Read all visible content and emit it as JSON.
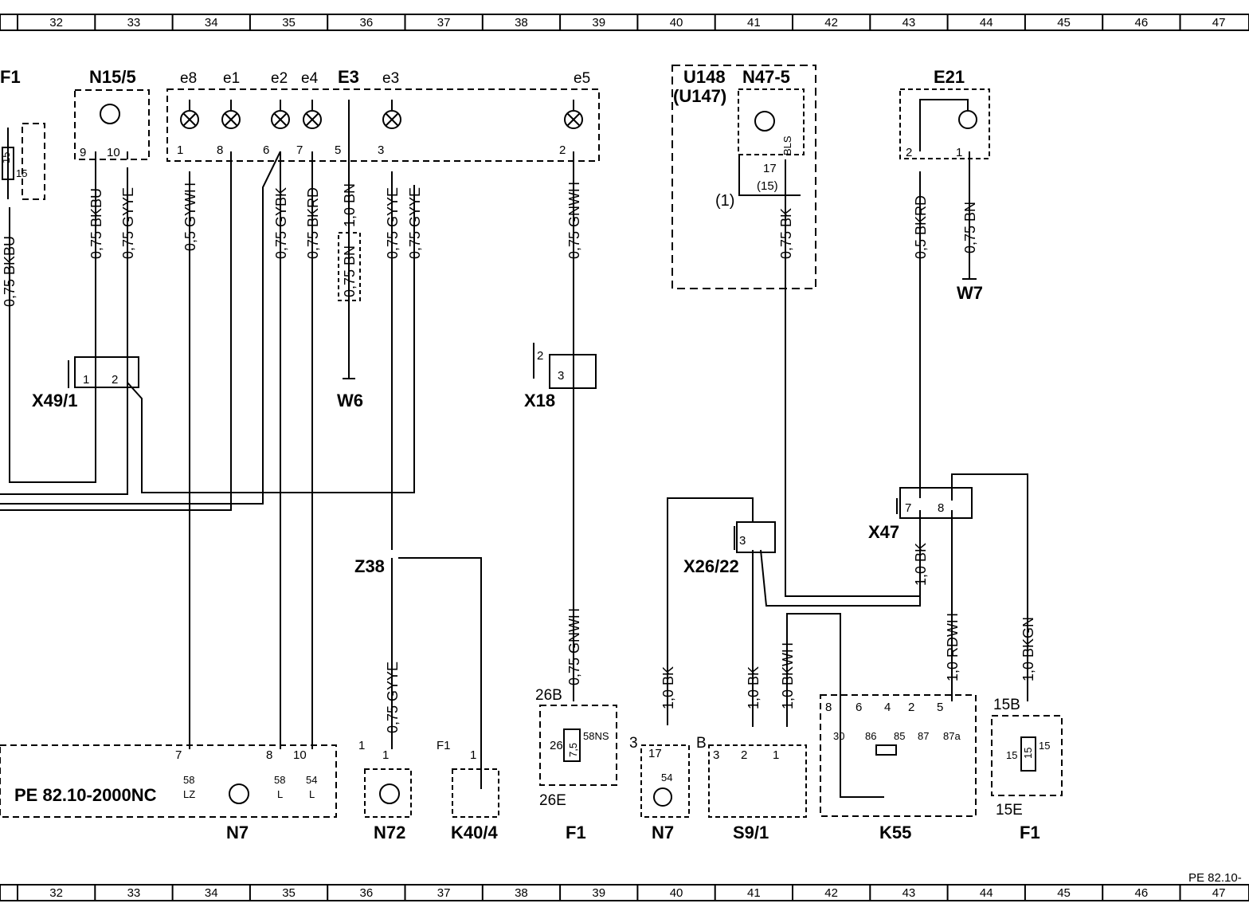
{
  "grid": {
    "columns": [
      "32",
      "33",
      "34",
      "35",
      "36",
      "37",
      "38",
      "39",
      "40",
      "41",
      "42",
      "43",
      "44",
      "45",
      "46",
      "47"
    ]
  },
  "page_ref": "PE 82.10-",
  "components": {
    "f1_top_left": "F1",
    "n15_5": "N15/5",
    "e8": "e8",
    "e1": "e1",
    "e2": "e2",
    "e4": "e4",
    "e3_cap": "E3",
    "e3": "e3",
    "e5": "e5",
    "u148": "U148",
    "u147": "(U147)",
    "n47_5": "N47-5",
    "e21": "E21",
    "w7": "W7",
    "w6": "W6",
    "x49_1": "X49/1",
    "x18": "X18",
    "x47": "X47",
    "x26_22": "X26/22",
    "z38": "Z38",
    "n7": "N7",
    "n72": "N72",
    "k40_4": "K40/4",
    "f1_bottom": "F1",
    "n7_b": "N7",
    "s9_1": "S9/1",
    "k55": "K55",
    "f1_right": "F1",
    "n7_ref": "PE  82.10-2000NC"
  },
  "wires": {
    "w_075_bkbu_left": "0,75 BKBU",
    "w_075_bkbu": "0,75 BKBU",
    "w_075_gyye_a": "0,75 GYYE",
    "w_05_gywh": "0,5 GYWH",
    "w_075_gybk": "0,75 GYBK",
    "w_075_bkrd": "0,75 BKRD",
    "w_075_bn_box": "0,75 BN",
    "w_10_bn": "1,0 BN",
    "w_075_gyye_b": "0,75 GYYE",
    "w_075_gyye_c": "0,75 GYYE",
    "w_075_gnwh": "0,75 GNWH",
    "w_075_bk": "0,75 BK",
    "w_05_bkrd": "0,5 BKRD",
    "w_075_bn": "0,75 BN",
    "w_10_bk_x47": "1,0 BK",
    "w_075_gyye_z38": "0,75 GYYE",
    "w_075_gnwh_b": "0,75 GNWH",
    "w_10_bk_n7": "1,0 BK",
    "w_10_bk_s9": "1,0 BK",
    "w_10_bkwh": "1,0 BKWH",
    "w_10_rdwh": "1,0 RDWH",
    "w_10_bkgn": "1,0 BKGN"
  },
  "pins": {
    "p15_a": "15",
    "p15_b": "15",
    "n15_p9": "9",
    "n15_p10": "10",
    "e8_p1": "1",
    "e1_p8": "8",
    "e2_p6": "6",
    "e4_p7": "7",
    "e3c_p5": "5",
    "e3_p3": "3",
    "e5_p2": "2",
    "n47_p17": "17",
    "n47_p15": "(15)",
    "n47_bls": "BLS",
    "n47_note": "(1)",
    "e21_p2": "2",
    "e21_p1": "1",
    "x49_p1": "1",
    "x49_p2": "2",
    "x18_p2": "2",
    "x18_p3": "3",
    "x47_p7": "7",
    "x47_p8": "8",
    "x26_p3": "3",
    "n7_p7": "7",
    "n7_p8": "8",
    "n7_p10": "10",
    "n7_58lz": "58",
    "n7_lz": "LZ",
    "n7_58l": "58",
    "n7_l": "L",
    "n7_54": "54",
    "n7_l2": "L",
    "n72_p1": "1",
    "n72_1": "1",
    "k40_f1": "F1",
    "k40_p1": "1",
    "f1_26b": "26B",
    "f1_26": "26",
    "f1_75": "7,5",
    "f1_58ns": "58NS",
    "f1_26e": "26E",
    "n7b_p3": "3",
    "n7b_p17": "17",
    "n7b_54": "54",
    "s9_b": "B",
    "s9_p3": "3",
    "s9_p2": "2",
    "s9_p1": "1",
    "k55_p8": "8",
    "k55_p6": "6",
    "k55_p4": "4",
    "k55_p2": "2",
    "k55_p5": "5",
    "k55_30": "30",
    "k55_86": "86",
    "k55_85": "85",
    "k55_87": "87",
    "k55_87a": "87a",
    "f1r_15b": "15B",
    "f1r_15a": "15",
    "f1r_15c": "15",
    "f1r_15d": "15",
    "f1r_15e": "15E"
  }
}
